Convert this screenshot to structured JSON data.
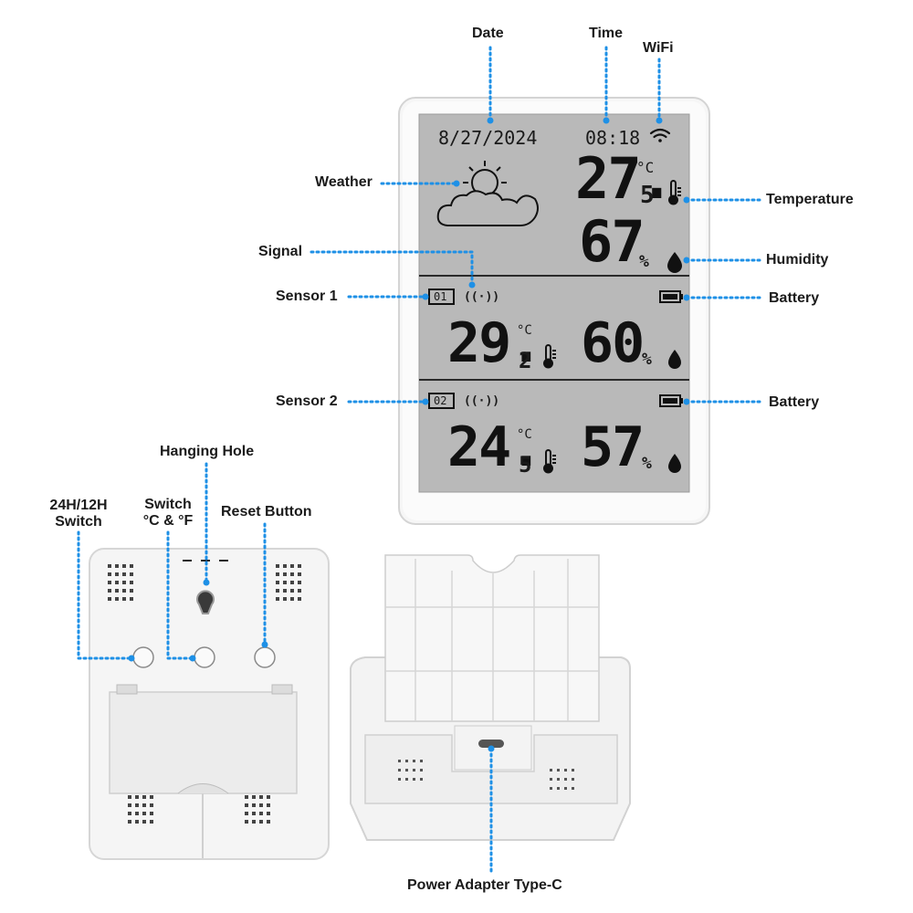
{
  "colors": {
    "callout_line": "#1e90e6",
    "lcd_background": "#b8b8b8",
    "device_body": "#f4f4f4",
    "device_border": "#d6d6d6",
    "text": "#1b1b1b"
  },
  "callouts": {
    "date": "Date",
    "time": "Time",
    "wifi": "WiFi",
    "weather": "Weather",
    "temperature": "Temperature",
    "signal": "Signal",
    "humidity": "Humidity",
    "sensor1": "Sensor 1",
    "battery1": "Battery",
    "sensor2": "Sensor 2",
    "battery2": "Battery",
    "hanging_hole": "Hanging Hole",
    "switch_24h_line1": "24H/12H",
    "switch_24h_line2": "Switch",
    "switch_cf_line1": "Switch",
    "switch_cf_line2": "°C & °F",
    "reset_button": "Reset Button",
    "power_adapter": "Power Adapter Type-C"
  },
  "display": {
    "date": "8/27/2024",
    "time": "08:18",
    "main_temp_int": "27.",
    "main_temp_dec": "5",
    "temp_unit": "°C",
    "main_humidity": "67",
    "humidity_unit": "%",
    "sensor1_id": "01",
    "sensor1_temp_int": "29.",
    "sensor1_temp_dec": "2",
    "sensor1_humidity": "60",
    "sensor2_id": "02",
    "sensor2_temp_int": "24.",
    "sensor2_temp_dec": "5",
    "sensor2_humidity": "57",
    "signal_glyph": "((·))"
  },
  "icons": [
    "wifi-icon",
    "weather-sun-cloud-icon",
    "thermometer-icon",
    "water-drop-icon",
    "battery-icon",
    "signal-icon"
  ]
}
